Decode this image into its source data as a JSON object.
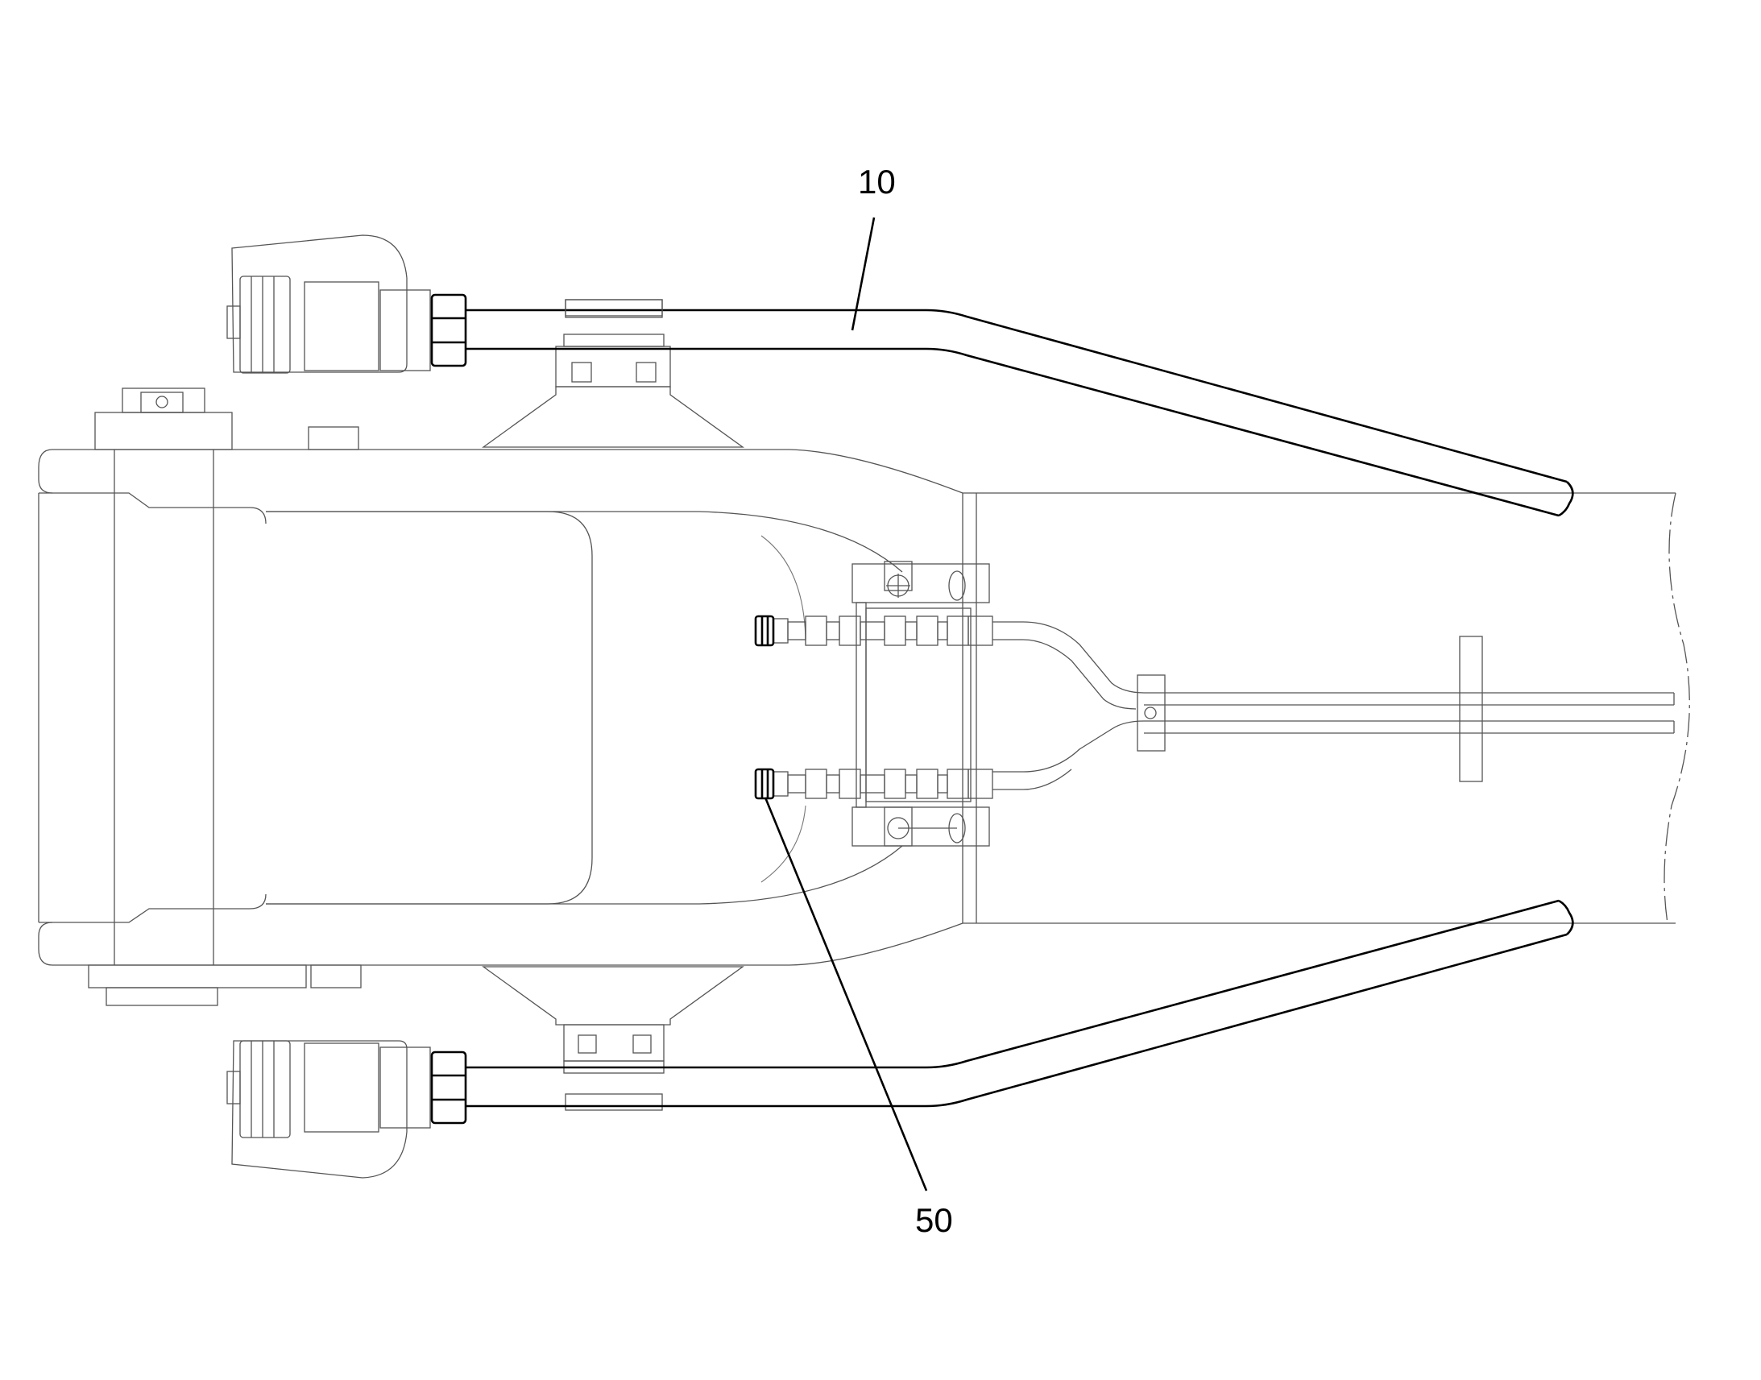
{
  "callouts": [
    {
      "id": "10",
      "text": "10"
    },
    {
      "id": "50",
      "text": "50"
    }
  ],
  "colors": {
    "outline": "#555555",
    "highlight": "#000000",
    "background": "#ffffff"
  }
}
